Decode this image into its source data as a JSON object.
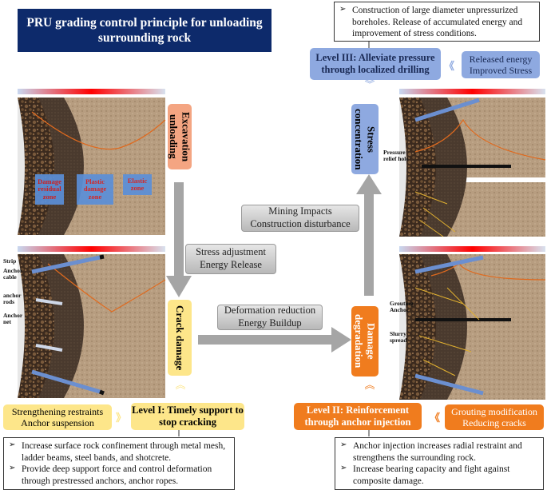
{
  "title": "PRU grading control principle for unloading surrounding rock",
  "stages": {
    "excavation": "Excavation unloading",
    "crack": "Crack damage",
    "damage": "Damage degradation",
    "stress": "Stress concentration"
  },
  "processes": {
    "stress_adjustment": [
      "Stress adjustment",
      "Energy Release"
    ],
    "deformation": [
      "Deformation reduction",
      "Energy Buildup"
    ],
    "mining": [
      "Mining Impacts",
      "Construction disturbance"
    ]
  },
  "levels": {
    "level1": "Level I: Timely support to stop cracking",
    "level2": "Level II: Reinforcement through anchor injection",
    "level3": "Level III: Alleviate pressure through localized drilling"
  },
  "effects": {
    "level1": [
      "Strengthening restraints",
      "Anchor suspension"
    ],
    "level2": [
      "Grouting modification",
      "Reducing cracks"
    ],
    "level3": [
      "Released energy",
      "Improved Stress"
    ]
  },
  "notes": {
    "level1": [
      "Increase surface rock confinement through metal mesh, ladder beams, steel bands, and shotcrete.",
      "Provide deep support force and control deformation through prestressed anchors, anchor ropes."
    ],
    "level2": [
      "Anchor injection increases radial restraint and strengthens the surrounding rock.",
      "Increase bearing capacity and fight against composite damage."
    ],
    "level3": [
      "Construction of large diameter unpressurized boreholes. Release of accumulated energy and improvement of stress conditions."
    ]
  },
  "zones": {
    "damage": "Damage residual zone",
    "plastic": "Plastic damage zone",
    "elastic": "Elastic zone"
  },
  "panel_labels": {
    "strip": "Strip",
    "anchor_cable": "Anchor cable",
    "anchor_rods": "anchor rods",
    "anchor_net": "Anchor net",
    "pressure_relief": "Pressure relief hole",
    "grouting_anchor": "Grouting Anchor",
    "slurry": "Slurry spread"
  },
  "colors": {
    "title_bg": "#0d2a6b",
    "excavation": "#f4a582",
    "crack": "#fde68a",
    "damage": "#f07c1e",
    "stress": "#8ea9e0",
    "level1": "#fde68a",
    "level2": "#f07c1e",
    "level3": "#8ea9e0"
  }
}
